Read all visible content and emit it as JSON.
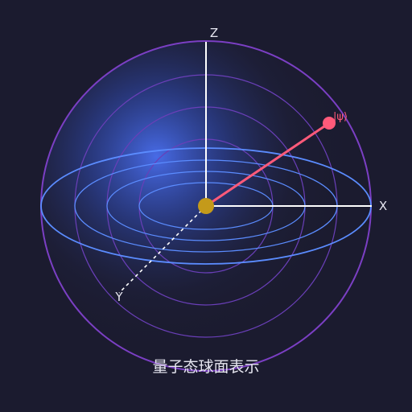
{
  "axes": {
    "z_label": "Z",
    "x_label": "X",
    "y_label": "Y"
  },
  "state": {
    "label": "|ψ⟩"
  },
  "caption": "量子态球面表示",
  "colors": {
    "background": "#1b1b2f",
    "sphere_outline": "#7b3fc4",
    "inner_circles": "#6a3fb8",
    "equator": "#5b8cff",
    "axis": "#ffffff",
    "state_vector": "#ff5a7a",
    "origin_dot": "#c49a1a",
    "glow": "#3a5bd9",
    "text": "#e6e6f0"
  }
}
